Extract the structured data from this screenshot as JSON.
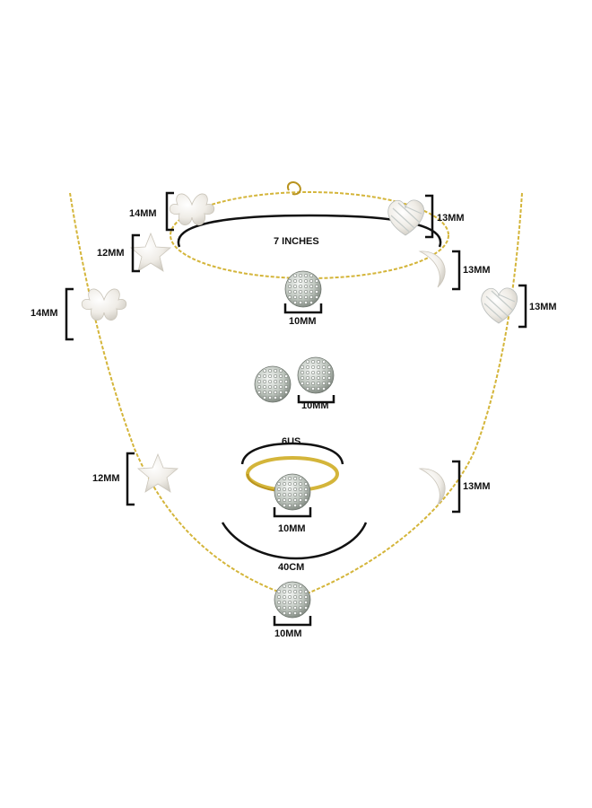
{
  "labels": {
    "bracelet_length": "7 INCHES",
    "bracelet_clover": "14MM",
    "bracelet_heart": "13MM",
    "bracelet_star": "12MM",
    "bracelet_moon": "13MM",
    "bracelet_ball": "10MM",
    "necklace_clover": "14MM",
    "necklace_heart": "13MM",
    "earring_ball": "10MM",
    "ring_size": "6US",
    "ring_ball": "10MM",
    "necklace_star": "12MM",
    "necklace_moon": "13MM",
    "necklace_length": "40CM",
    "necklace_ball": "10MM"
  },
  "colors": {
    "gold": "#d4b53a",
    "gold_dark": "#b8931f",
    "pearl": "#f1efe9",
    "crystal": "#c9cfc9",
    "bracket": "#111111"
  }
}
